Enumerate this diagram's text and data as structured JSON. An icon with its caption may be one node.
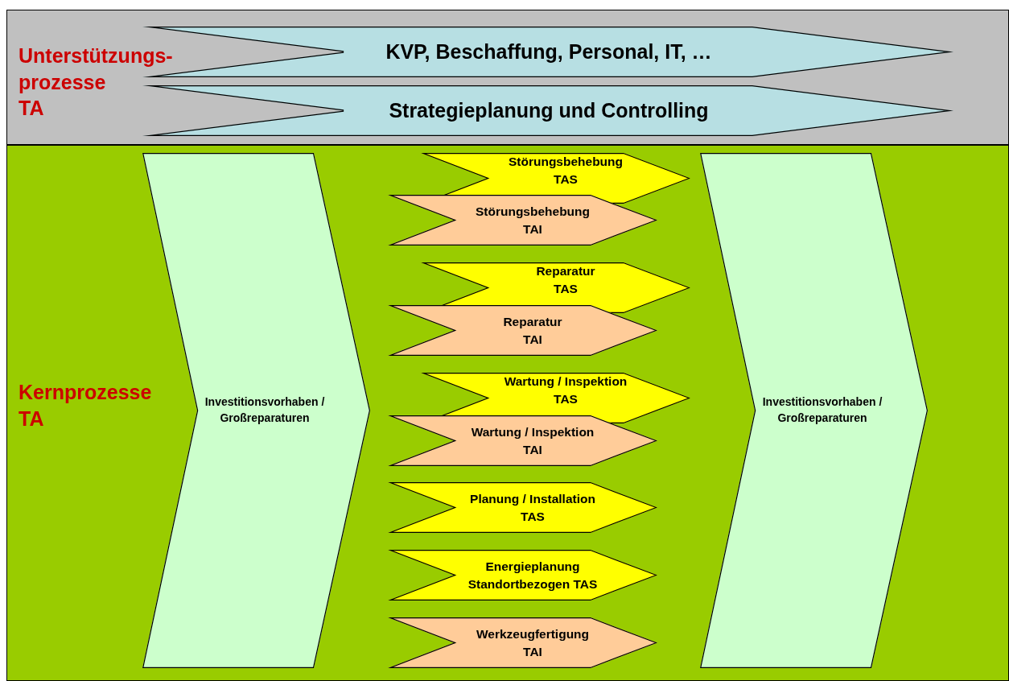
{
  "diagram": {
    "nodes": [
      {
        "text": [
          "Unterstützungs- prozesse TA"
        ]
      },
      {
        "text": [
          "KVP, Beschaffung, Personal, IT, …"
        ],
        "in": 0
      },
      {
        "text": [
          "Strategieplanung und Controlling"
        ],
        "in": 0
      },
      {
        "text": [
          "Kernprozesse TA"
        ]
      },
      {
        "text": [
          "Investitionsvorhaben / Großreparaturen"
        ],
        "in": 3
      },
      {
        "text": [
          "Störungsbehebung TAS"
        ],
        "in": 3
      },
      {
        "text": [
          "Störungsbehebung TAI"
        ],
        "in": 3
      },
      {
        "text": [
          "Reparatur TAS"
        ],
        "in": 3
      },
      {
        "text": [
          "Reparatur TAI"
        ],
        "in": 3
      },
      {
        "text": [
          "Wartung / Inspektion TAS"
        ],
        "in": 3
      },
      {
        "text": [
          "Wartung / Inspektion TAI"
        ],
        "in": 3
      },
      {
        "text": [
          "Planung / Installation TAS"
        ],
        "in": 3
      },
      {
        "text": [
          "Energieplanung Standortbezogen TAS"
        ],
        "in": 3
      },
      {
        "text": [
          "Werkzeugfertigung TAI"
        ],
        "in": 3
      },
      {
        "text": [
          "Investitionsvorhaben / Großreparaturen"
        ],
        "in": 3
      }
    ]
  }
}
